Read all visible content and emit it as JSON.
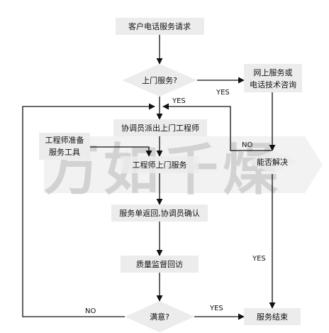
{
  "nodes": {
    "request": "客户电话服务请求",
    "onsite_q": "上门服务?",
    "online": [
      "网上服务或",
      "电话技术咨询"
    ],
    "dispatch": "协调员派出上门工程师",
    "prep": [
      "工程师准备",
      "服务工具"
    ],
    "onsite": "工程师上门服务",
    "return": "服务单返回,协调员确认",
    "qa": "质量监督回访",
    "satisfied_q": "满意?",
    "resolved_q": "能否解决",
    "end": "服务结束"
  },
  "edge_labels": {
    "onsite_yes": "YES",
    "onsite_no_yes": "YES",
    "resolved_no": "NO",
    "resolved_yes": "YES",
    "satisfied_no": "NO",
    "satisfied_yes": "YES"
  },
  "watermark": "万如千燥",
  "colors": {
    "box_fill": "#ececec",
    "line": "#111111",
    "watermark": "#b8b8b8"
  }
}
